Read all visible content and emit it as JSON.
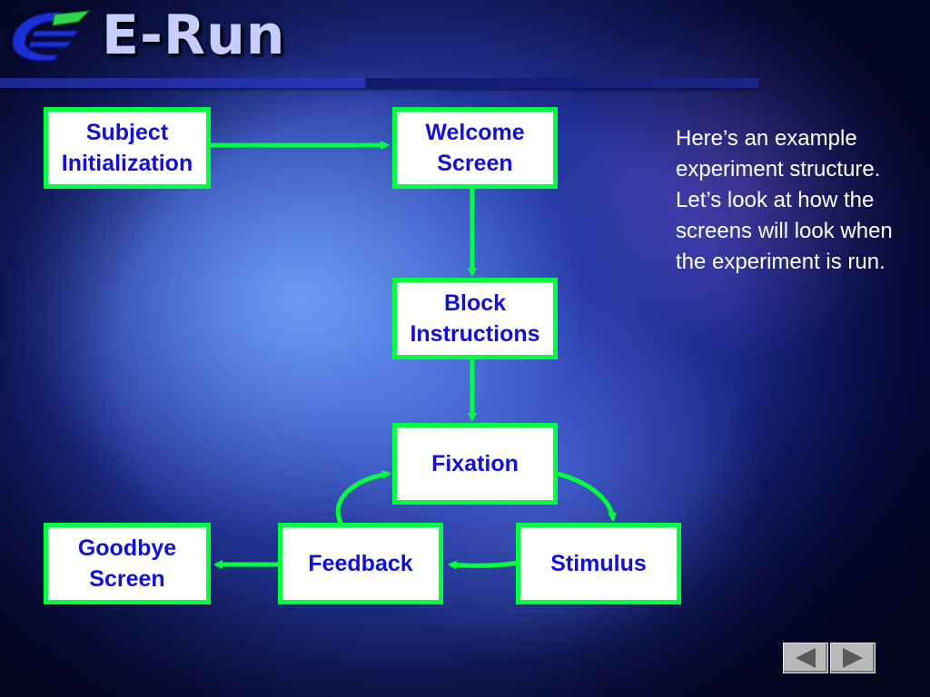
{
  "header": {
    "title": "E-Run"
  },
  "diagram": {
    "nodes": [
      {
        "id": "subject-initialization",
        "label": "Subject\nInitialization"
      },
      {
        "id": "welcome-screen",
        "label": "Welcome\nScreen"
      },
      {
        "id": "block-instructions",
        "label": "Block\nInstructions"
      },
      {
        "id": "fixation",
        "label": "Fixation"
      },
      {
        "id": "stimulus",
        "label": "Stimulus"
      },
      {
        "id": "feedback",
        "label": "Feedback"
      },
      {
        "id": "goodbye-screen",
        "label": "Goodbye\nScreen"
      }
    ],
    "edges": [
      {
        "from": "subject-initialization",
        "to": "welcome-screen"
      },
      {
        "from": "welcome-screen",
        "to": "block-instructions"
      },
      {
        "from": "block-instructions",
        "to": "fixation"
      },
      {
        "from": "fixation",
        "to": "stimulus"
      },
      {
        "from": "stimulus",
        "to": "feedback"
      },
      {
        "from": "feedback",
        "to": "fixation"
      },
      {
        "from": "feedback",
        "to": "goodbye-screen"
      }
    ]
  },
  "note": {
    "text": "Here’s an example experiment structure. Let’s look at how the screens will look when the experiment is run."
  },
  "colors": {
    "box_border": "#00ff3c",
    "arrow": "#00ff3c",
    "label_text": "#1010d8",
    "title_text": "#c6ceff"
  },
  "navigation": {
    "prev_icon": "triangle-left-icon",
    "next_icon": "triangle-right-icon"
  }
}
